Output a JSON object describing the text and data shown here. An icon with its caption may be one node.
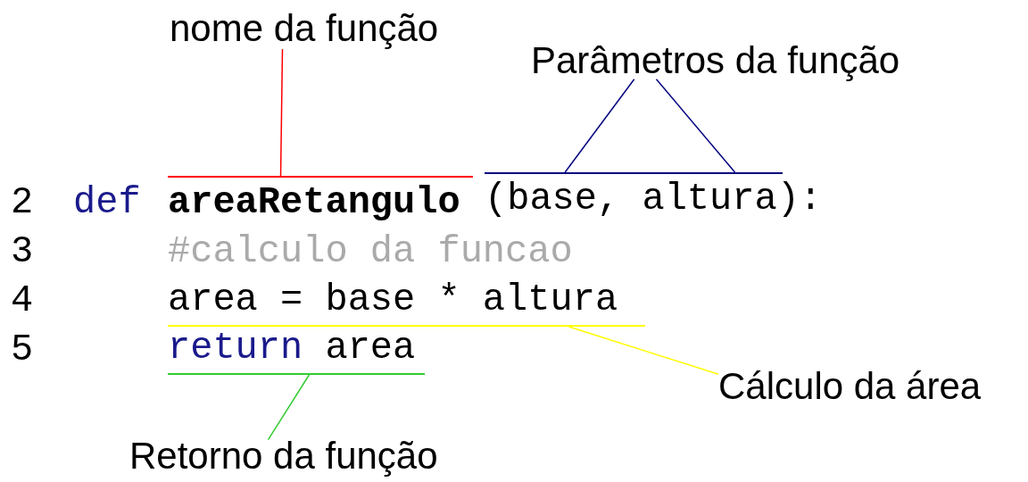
{
  "diagram": {
    "nodes": [
      {
        "text": [
          "nome da função"
        ]
      },
      {
        "text": [
          "Parâmetros da função"
        ]
      },
      {
        "text": [
          "areaRetangulo"
        ]
      },
      {
        "text": [
          "(base, altura):"
        ]
      },
      {
        "text": [
          "area = base * altura"
        ]
      },
      {
        "text": [
          "return",
          "area"
        ]
      },
      {
        "text": [
          "Cálculo da área"
        ]
      },
      {
        "text": [
          "Retorno da função"
        ]
      }
    ],
    "edges": [
      {
        "from": 0,
        "to": 2,
        "arrow": "none",
        "color": "#ff0000"
      },
      {
        "from": 1,
        "to": 3,
        "arrow": "none",
        "color": "#000080"
      },
      {
        "from": 1,
        "to": 3,
        "arrow": "none",
        "color": "#000080"
      },
      {
        "from": 6,
        "to": 4,
        "arrow": "none",
        "color": "#ffff00"
      },
      {
        "from": 7,
        "to": 5,
        "arrow": "none",
        "color": "#33cc33"
      }
    ],
    "labels": [
      "2",
      "def",
      "3",
      "#calculo da funcao",
      "4",
      "5"
    ]
  }
}
